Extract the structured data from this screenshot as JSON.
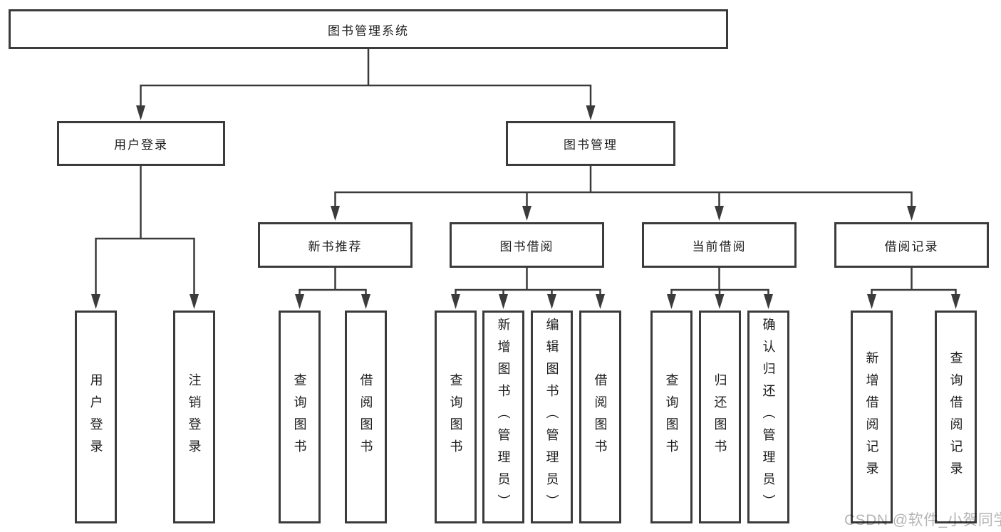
{
  "colors": {
    "line": "#3b3b3b",
    "box_border": "#3b3b3b",
    "text": "#1d1d1d",
    "watermark": "#b5b5b5",
    "background": "#ffffff"
  },
  "root": {
    "label": "图书管理系统"
  },
  "level2": [
    {
      "label": "用户登录"
    },
    {
      "label": "图书管理"
    }
  ],
  "level3": [
    {
      "label": "新书推荐"
    },
    {
      "label": "图书借阅"
    },
    {
      "label": "当前借阅"
    },
    {
      "label": "借阅记录"
    }
  ],
  "leaves": {
    "user_login": [
      {
        "label": "用户登录"
      },
      {
        "label": "注销登录"
      }
    ],
    "new_book": [
      {
        "label": "查询图书"
      },
      {
        "label": "借阅图书"
      }
    ],
    "book_borrow": [
      {
        "label": "查询图书"
      },
      {
        "label": "新增图书（管理员）"
      },
      {
        "label": "编辑图书（管理员）"
      },
      {
        "label": "借阅图书"
      }
    ],
    "current_borrow": [
      {
        "label": "查询图书"
      },
      {
        "label": "归还图书"
      },
      {
        "label": "确认归还（管理员）"
      }
    ],
    "borrow_record": [
      {
        "label": "新增借阅记录"
      },
      {
        "label": "查询借阅记录"
      }
    ]
  },
  "watermark": "CSDN @软件_小贺同学"
}
